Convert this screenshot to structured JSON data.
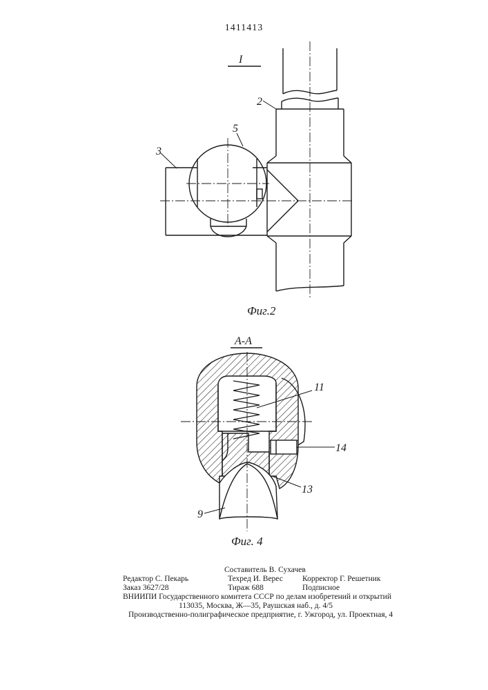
{
  "patent_number": "1411413",
  "fig2": {
    "view_label": "I",
    "caption": "Фиг.2",
    "parts": {
      "p2": "2",
      "p3": "3",
      "p5": "5"
    }
  },
  "fig4": {
    "section_label": "А-А",
    "caption": "Фиг. 4",
    "parts": {
      "p9": "9",
      "p11": "11",
      "p13": "13",
      "p14": "14"
    }
  },
  "imprint": {
    "compiler": "Составитель В. Сухачев",
    "editor": "Редактор С. Пекарь",
    "techred": "Техред И. Верес",
    "corrector": "Корректор Г. Решетник",
    "order": "Заказ 3627/28",
    "circulation": "Тираж 688",
    "subscription": "Подписное",
    "vniipi": "ВНИИПИ Государственного комитета СССР по делам изобретений и открытий",
    "address": "113035, Москва, Ж—35, Раушская наб., д. 4/5",
    "printer": "Производственно-полиграфическое предприятие, г. Ужгород, ул. Проектная, 4"
  }
}
